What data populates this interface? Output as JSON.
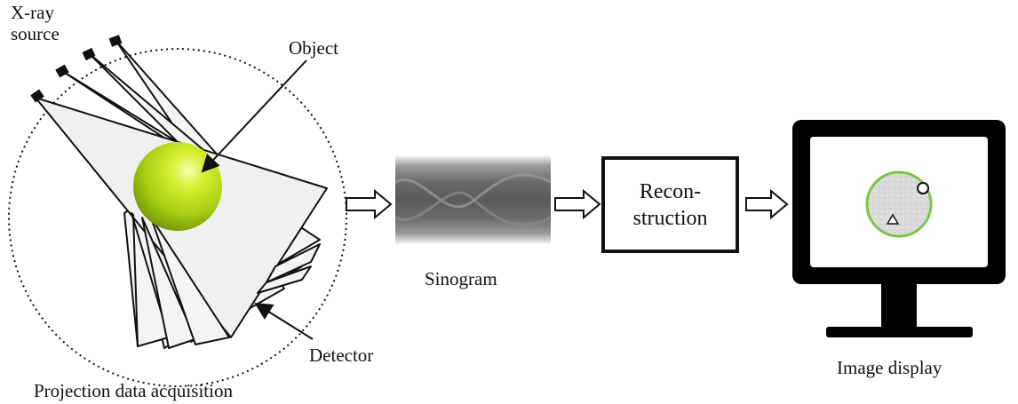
{
  "labels": {
    "xray_line1": "X-ray",
    "xray_line2": "source",
    "object": "Object",
    "detector": "Detector",
    "acquisition": "Projection data acquisition",
    "sinogram": "Sinogram",
    "recon_line1": "Recon-",
    "recon_line2": "struction",
    "display": "Image display"
  },
  "colors": {
    "sphere": "#b8e11c",
    "stroke": "#111111",
    "fan_fill": "#f2f2f2",
    "display_ring": "#7cc44a",
    "monitor": "#000000"
  },
  "icons": {
    "circle_marker": "circle-icon",
    "triangle_marker": "triangle-icon"
  }
}
